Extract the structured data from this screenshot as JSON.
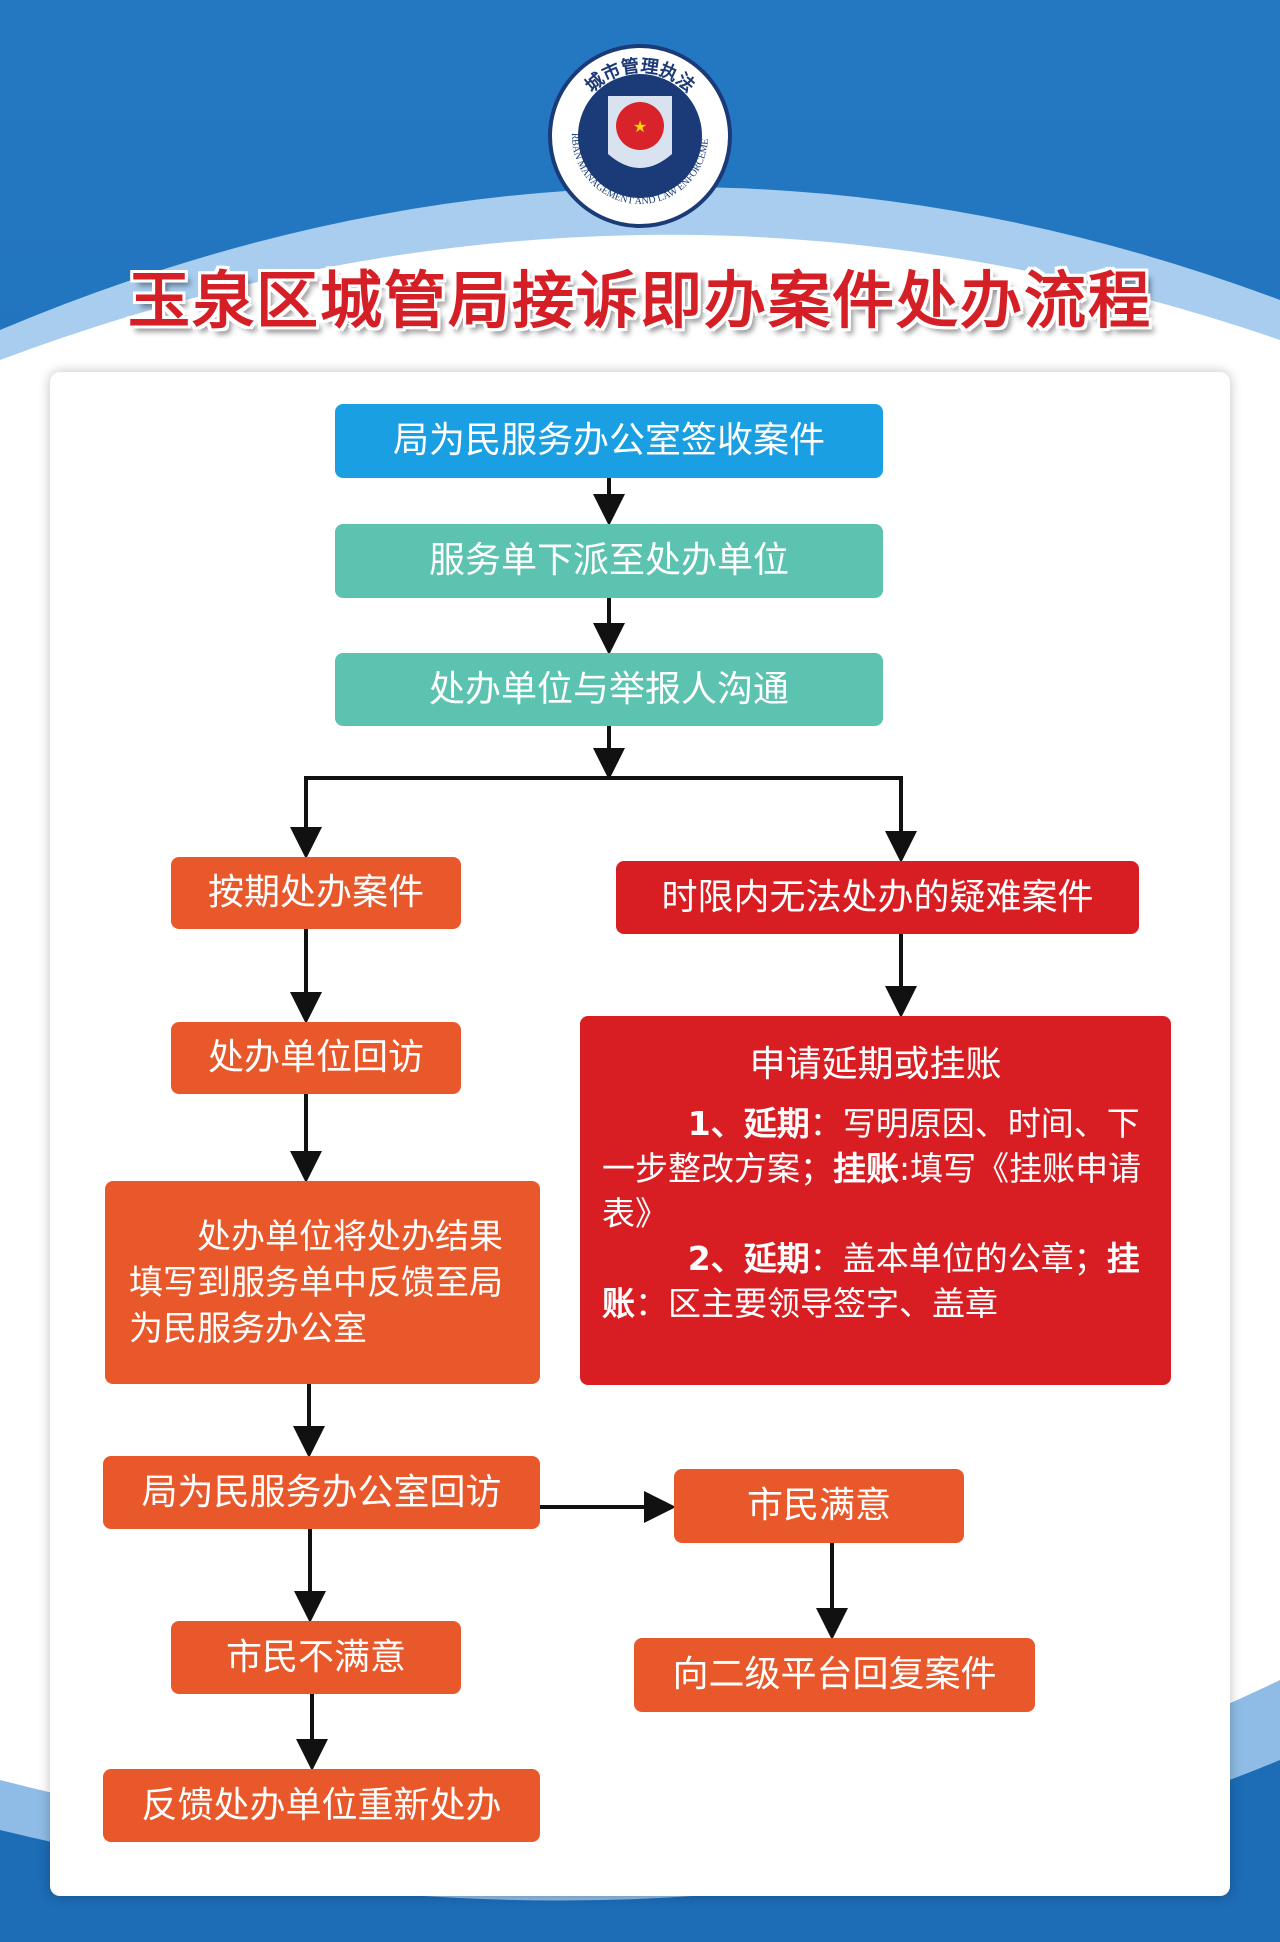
{
  "logo": {
    "top_text": "城市管理执法",
    "ring_text": "URBAN MANAGEMENT AND LAW ENFORCEMENT"
  },
  "title": "玉泉区城管局接诉即办案件处办流程",
  "steps": {
    "s1": "局为民服务办公室签收案件",
    "s2": "服务单下派至处办单位",
    "s3": "处办单位与举报人沟通",
    "left1": "按期处办案件",
    "right1": "时限内无法处办的疑难案件",
    "left2": "处办单位回访",
    "left3": "　　处办单位将处办结果填写到服务单中反馈至局为民服务办公室",
    "left4": "局为民服务办公室回访",
    "satisfied": "市民满意",
    "reply": "向二级平台回复案件",
    "unsatisfied": "市民不满意",
    "redo": "反馈处办单位重新处办"
  },
  "apply": {
    "heading": "申请延期或挂账",
    "p1_num": "1、",
    "p1_k1": "延期",
    "p1_t1": "：写明原因、时间、下一步整改方案；",
    "p1_k2": "挂账",
    "p1_t2": ":填写《挂账申请表》",
    "p2_num": "2、",
    "p2_k1": "延期",
    "p2_t1": "：盖本单位的公章；",
    "p2_k2": "挂账",
    "p2_t2": "：区主要领导签字、盖章"
  },
  "colors": {
    "blue": "#1a9fe2",
    "teal": "#5cc3b1",
    "orange": "#e9582a",
    "red": "#d81e23"
  }
}
